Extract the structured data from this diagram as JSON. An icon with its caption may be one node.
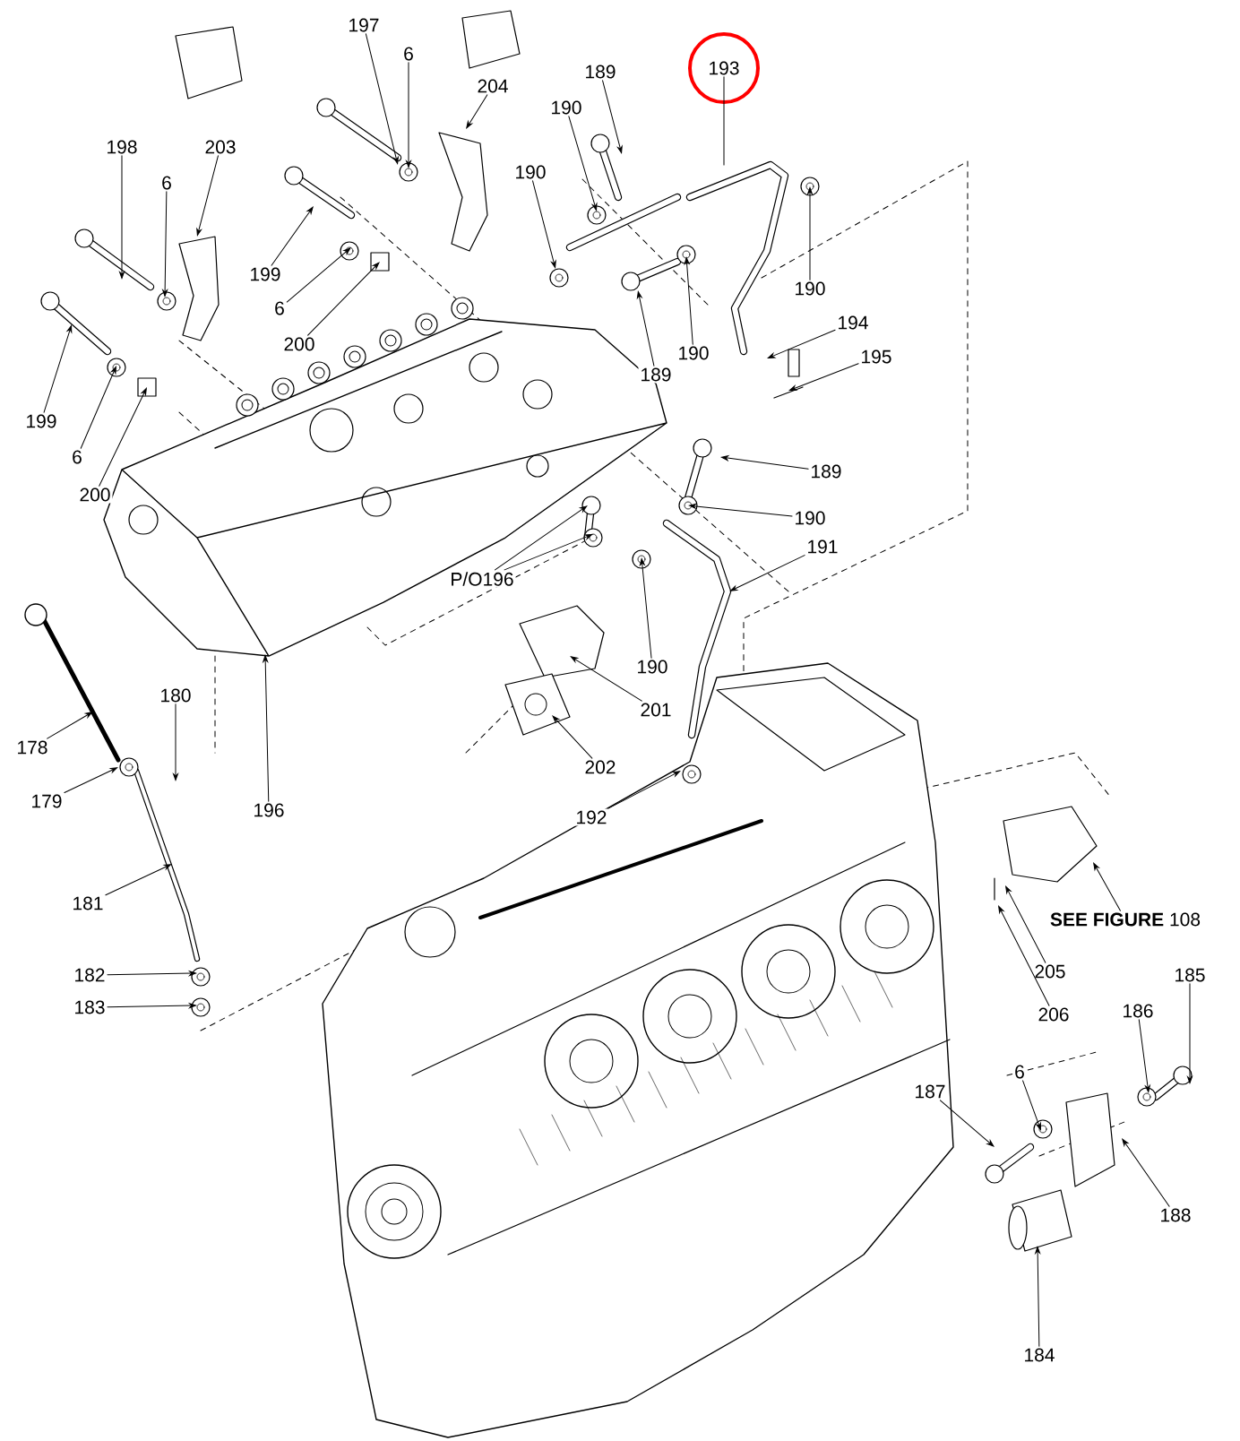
{
  "diagram": {
    "nodes": [
      {
        "text": [
          "197"
        ]
      },
      {
        "text": [
          "6"
        ]
      },
      {
        "text": [
          "204"
        ]
      },
      {
        "text": [
          "189"
        ]
      },
      {
        "text": [
          "190"
        ]
      },
      {
        "text": [
          "193"
        ]
      },
      {
        "text": [
          "198"
        ]
      },
      {
        "text": [
          "6"
        ]
      },
      {
        "text": [
          "203"
        ]
      },
      {
        "text": [
          "190"
        ]
      },
      {
        "text": [
          "199"
        ]
      },
      {
        "text": [
          "6"
        ]
      },
      {
        "text": [
          "190"
        ]
      },
      {
        "text": [
          "200"
        ]
      },
      {
        "text": [
          "189"
        ]
      },
      {
        "text": [
          "190"
        ]
      },
      {
        "text": [
          "194"
        ]
      },
      {
        "text": [
          "195"
        ]
      },
      {
        "text": [
          "199"
        ]
      },
      {
        "text": [
          "6"
        ]
      },
      {
        "text": [
          "200"
        ]
      },
      {
        "text": [
          "189"
        ]
      },
      {
        "text": [
          "190"
        ]
      },
      {
        "text": [
          "191"
        ]
      },
      {
        "text": [
          "P/O196"
        ]
      },
      {
        "text": [
          "190"
        ]
      },
      {
        "text": [
          "201"
        ]
      },
      {
        "text": [
          "202"
        ]
      },
      {
        "text": [
          "192"
        ]
      },
      {
        "text": [
          "196"
        ]
      },
      {
        "text": [
          "178"
        ]
      },
      {
        "text": [
          "180"
        ]
      },
      {
        "text": [
          "179"
        ]
      },
      {
        "text": [
          "181"
        ]
      },
      {
        "text": [
          "182"
        ]
      },
      {
        "text": [
          "183"
        ]
      },
      {
        "text": [
          "**SEE FIGURE** 108"
        ]
      },
      {
        "text": [
          "205"
        ]
      },
      {
        "text": [
          "206"
        ]
      },
      {
        "text": [
          "186"
        ]
      },
      {
        "text": [
          "185"
        ]
      },
      {
        "text": [
          "187"
        ]
      },
      {
        "text": [
          "6"
        ]
      },
      {
        "text": [
          "188"
        ]
      },
      {
        "text": [
          "184"
        ]
      }
    ],
    "edges": [
      {
        "from": 0,
        "to": null,
        "arrow": "to"
      },
      {
        "from": 1,
        "to": null,
        "arrow": "to"
      },
      {
        "from": 2,
        "to": null,
        "arrow": "to"
      },
      {
        "from": 3,
        "to": null,
        "arrow": "to"
      },
      {
        "from": 4,
        "to": null,
        "arrow": "to"
      },
      {
        "from": 5,
        "to": null,
        "arrow": "none"
      },
      {
        "from": 6,
        "to": null,
        "arrow": "to"
      },
      {
        "from": 7,
        "to": null,
        "arrow": "to"
      },
      {
        "from": 8,
        "to": null,
        "arrow": "to"
      },
      {
        "from": 9,
        "to": null,
        "arrow": "to"
      },
      {
        "from": 10,
        "to": null,
        "arrow": "to"
      },
      {
        "from": 11,
        "to": null,
        "arrow": "to"
      },
      {
        "from": 12,
        "to": null,
        "arrow": "to"
      },
      {
        "from": 13,
        "to": null,
        "arrow": "to"
      },
      {
        "from": 14,
        "to": null,
        "arrow": "to"
      },
      {
        "from": 15,
        "to": null,
        "arrow": "to"
      },
      {
        "from": 16,
        "to": null,
        "arrow": "to"
      },
      {
        "from": 17,
        "to": null,
        "arrow": "to"
      },
      {
        "from": 18,
        "to": null,
        "arrow": "to"
      },
      {
        "from": 19,
        "to": null,
        "arrow": "to"
      },
      {
        "from": 20,
        "to": null,
        "arrow": "to"
      },
      {
        "from": 21,
        "to": null,
        "arrow": "to"
      },
      {
        "from": 22,
        "to": null,
        "arrow": "to"
      },
      {
        "from": 23,
        "to": null,
        "arrow": "to"
      },
      {
        "from": 24,
        "to": null,
        "arrow": "to"
      },
      {
        "from": 24,
        "to": null,
        "arrow": "to"
      },
      {
        "from": 25,
        "to": null,
        "arrow": "to"
      },
      {
        "from": 26,
        "to": null,
        "arrow": "to"
      },
      {
        "from": 27,
        "to": null,
        "arrow": "to"
      },
      {
        "from": 28,
        "to": null,
        "arrow": "to"
      },
      {
        "from": 29,
        "to": null,
        "arrow": "to"
      },
      {
        "from": 30,
        "to": null,
        "arrow": "to"
      },
      {
        "from": 31,
        "to": null,
        "arrow": "to"
      },
      {
        "from": 32,
        "to": null,
        "arrow": "to"
      },
      {
        "from": 33,
        "to": null,
        "arrow": "to"
      },
      {
        "from": 34,
        "to": null,
        "arrow": "to"
      },
      {
        "from": 35,
        "to": null,
        "arrow": "to"
      },
      {
        "from": 36,
        "to": null,
        "arrow": "to"
      },
      {
        "from": 37,
        "to": null,
        "arrow": "to"
      },
      {
        "from": 38,
        "to": null,
        "arrow": "to"
      },
      {
        "from": 39,
        "to": null,
        "arrow": "to"
      },
      {
        "from": 40,
        "to": null,
        "arrow": "to"
      },
      {
        "from": 41,
        "to": null,
        "arrow": "to"
      },
      {
        "from": 42,
        "to": null,
        "arrow": "to"
      },
      {
        "from": 43,
        "to": null,
        "arrow": "to"
      },
      {
        "from": 44,
        "to": null,
        "arrow": "to"
      }
    ]
  }
}
